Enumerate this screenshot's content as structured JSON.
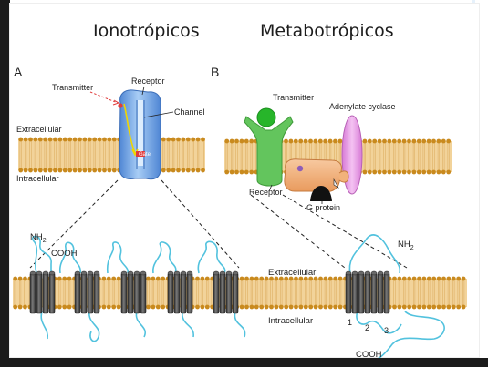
{
  "titles": {
    "left": "Ionotrópicos",
    "right": "Metabotrópicos"
  },
  "panel_a": {
    "letter": "A",
    "transmitter": "Transmitter",
    "receptor": "Receptor",
    "channel": "Channel",
    "gate": "Gate",
    "extracellular": "Extracellular",
    "intracellular": "Intracellular"
  },
  "panel_b": {
    "letter": "B",
    "transmitter": "Transmitter",
    "adenylate_cyclase": "Adenylate cyclase",
    "receptor": "Receptor",
    "g_protein": "G protein"
  },
  "bottom": {
    "nh2_left": "NH",
    "nh2_left_sub": "2",
    "cooh_left": "COOH",
    "extracellular": "Extracellular",
    "intracellular": "Intracellular",
    "nh2_right": "NH",
    "nh2_right_sub": "2",
    "cooh_right": "COOH",
    "loop_numbers": [
      "1",
      "2",
      "3"
    ]
  },
  "colors": {
    "lipid_head": "#c98a1e",
    "lipid_tail": "#f2d39a",
    "channel_blue": "#6fa6e6",
    "receptor_green": "#63c55d",
    "transmitter_green": "#27b52a",
    "cyclase_pink": "#e89be6",
    "g_protein_orange": "#f2b27a",
    "helix_dark": "#444444",
    "loop_cyan": "#52c2de",
    "gate_red": "#e03c3c"
  }
}
